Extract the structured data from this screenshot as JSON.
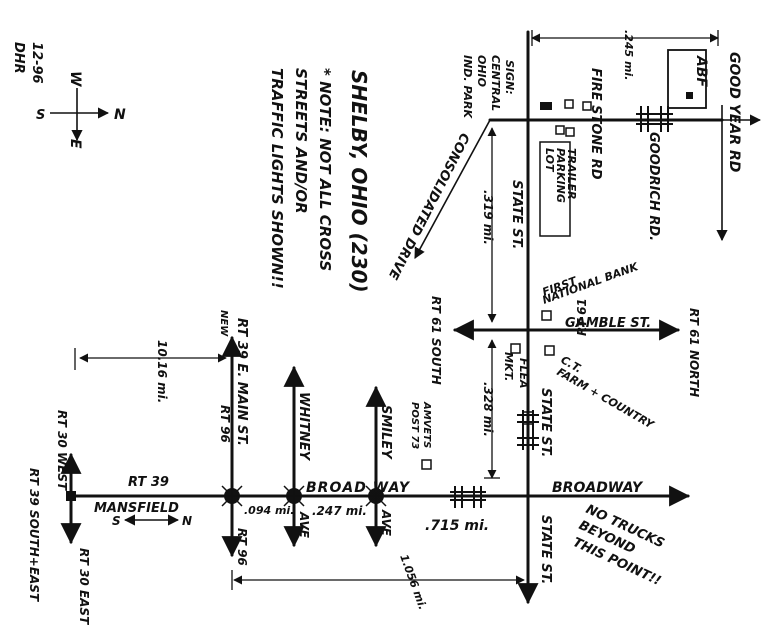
{
  "title": "SHELBY, OHIO (230)",
  "note": [
    "* NOTE: NOT ALL CROSS",
    "STREETS AND/OR",
    "TRAFFIC LIGHTS SHOWN!!"
  ],
  "compass": {
    "n": "N",
    "s": "S",
    "e": "E",
    "w": "W"
  },
  "author": {
    "date": "12-96",
    "initials": "DHR"
  },
  "streets": {
    "good_year_rd": "GOOD YEAR RD",
    "fire_stone_rd": "FIRE STONE RD",
    "goodrich_rd": "GOODRICH RD.",
    "consolidated_drive": "CONSOLIDATED DRIVE",
    "state_st_north": "STATE ST.",
    "state_st_middle": "STATE ST.",
    "state_st_south": "STATE ST.",
    "gamble_st": "GAMBLE ST.",
    "rt61_on_gamble": "RT 61",
    "rt61_north": "RT 61 NORTH",
    "rt61_south": "RT 61 SOUTH",
    "broadway": "BROADWAY",
    "broad_way": "BROAD WAY",
    "rt39_main_st": "RT 39 E. MAIN ST.",
    "rt96_upper": "RT 96",
    "rt96_lower": "RT 96",
    "new_label": "NEW",
    "whitney_upper": "WHITNEY",
    "ave_whitney": "AVE",
    "smiley": "SMILEY",
    "ave_smiley": "AVE",
    "rt39": "RT 39",
    "mansfield": "MANSFIELD",
    "mansfield_s": "S",
    "mansfield_n": "N",
    "rt30_west": "RT 30 WEST",
    "rt30_east": "RT 30 EAST",
    "rt39_south_east": "RT 39 SOUTH+EAST"
  },
  "landmarks": {
    "sign": [
      "SIGN:",
      "CENTRAL",
      "OHIO",
      "IND. PARK"
    ],
    "abf": "ABF",
    "trailer_parking": [
      "TRAILER",
      "PARKING",
      "LOT"
    ],
    "first_national_bank": [
      "FIRST",
      "NATIONAL BANK"
    ],
    "flea_mkt": [
      "FLEA",
      "MKT."
    ],
    "ct_farm": [
      "C.T.",
      "FARM + COUNTRY"
    ],
    "amvets": [
      "AMVETS",
      "POST 73"
    ],
    "no_trucks": [
      "NO TRUCKS",
      "BEYOND",
      "THIS POINT!!"
    ]
  },
  "distances": {
    "d245": ".245 mi.",
    "d319": ".319 mi.",
    "d328": ".328 mi.",
    "d1016": "10.16 mi.",
    "d094": ".094 mi.",
    "d247": ".247 mi.",
    "d715": ".715 mi.",
    "d1056": "1.056 mi."
  }
}
